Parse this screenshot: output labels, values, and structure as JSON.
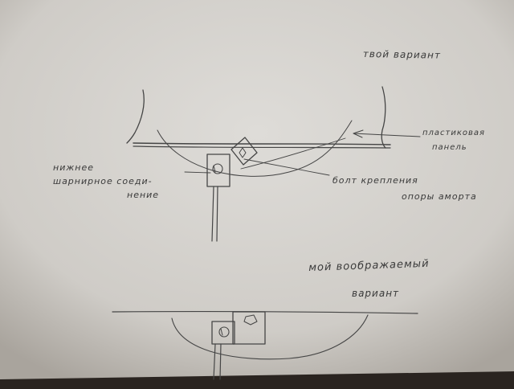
{
  "photo": {
    "paper_color": "#d8d6d2",
    "ink_color": "#3a3a3a",
    "background_color": "#2a2420"
  },
  "sketch_top": {
    "title": "ТВОЙ ВАРИАНТ",
    "label_panel_line1": "ПЛАСТИКОВАЯ",
    "label_panel_line2": "ПАНЕЛЬ",
    "label_joint_line1": "НИЖНЕЕ",
    "label_joint_line2": "ШАРНИРНОЕ СОЕДИ-",
    "label_joint_line3": "НЕНИЕ",
    "label_bolt_line1": "БОЛТ КРЕПЛЕНИЯ",
    "label_bolt_line2": "ОПОРЫ АМОРТА"
  },
  "sketch_bottom": {
    "title_line1": "МОЙ ВООБРАЖАЕМЫЙ",
    "title_line2": "ВАРИАНТ"
  }
}
